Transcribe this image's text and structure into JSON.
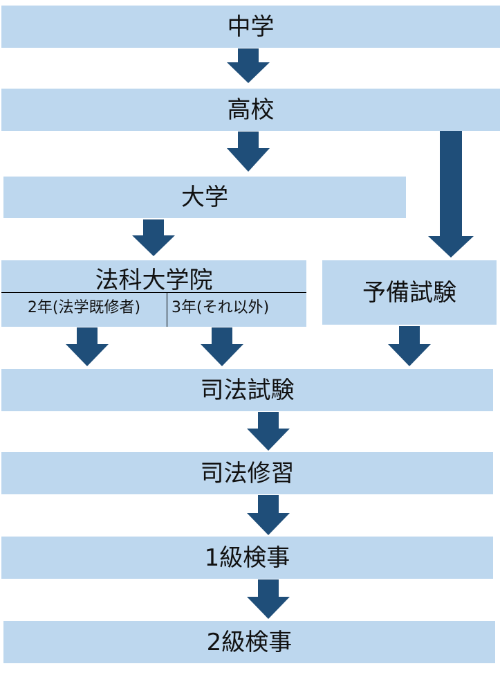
{
  "steps": {
    "junior_high": "中学",
    "high_school": "高校",
    "university": "大学",
    "law_school": "法科大学院",
    "law_school_2yr": "2年(法学既修者)",
    "law_school_3yr": "3年(それ以外)",
    "preliminary_exam": "予備試験",
    "bar_exam": "司法試験",
    "legal_training": "司法修習",
    "prosecutor_grade1": "1級検事",
    "prosecutor_grade2": "2級検事"
  },
  "colors": {
    "box_fill": "#bdd7ee",
    "arrow_fill": "#1f4e79"
  }
}
